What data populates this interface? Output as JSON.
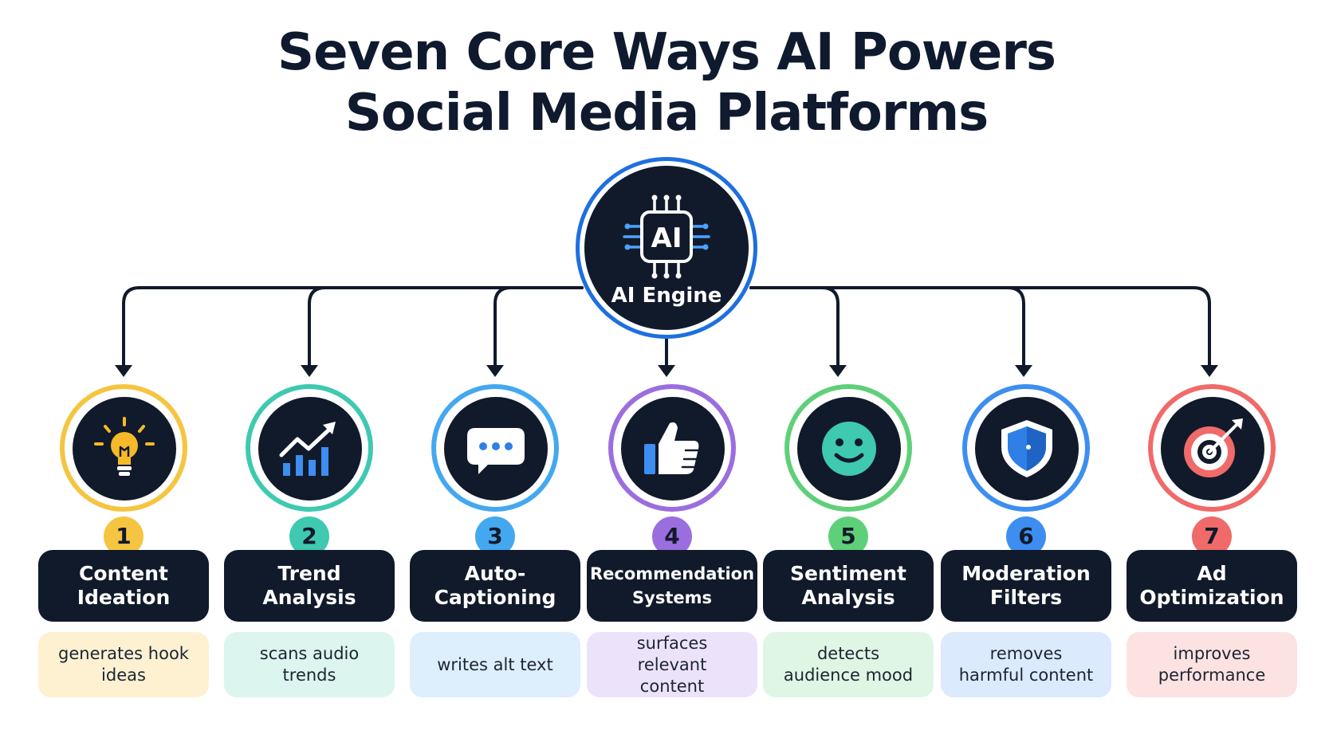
{
  "title": {
    "line1": "Seven Core Ways AI Powers",
    "line2": "Social Media Platforms"
  },
  "hub": {
    "chip_text": "AI",
    "label": "AI Engine",
    "icon": "ai-chip-icon",
    "color": "#1e6fe0"
  },
  "items": [
    {
      "number": "1",
      "title": "Content Ideation",
      "description": "generates hook ideas",
      "icon": "lightbulb-icon",
      "accent": "#f5c542",
      "tint": "#fdf1d2"
    },
    {
      "number": "2",
      "title": "Trend Analysis",
      "description": "scans audio trends",
      "icon": "trend-chart-icon",
      "accent": "#3ec9b0",
      "tint": "#dcf5ef"
    },
    {
      "number": "3",
      "title": "Auto-Captioning",
      "description": "writes alt text",
      "icon": "chat-bubble-icon",
      "accent": "#44a8f0",
      "tint": "#ddeefc"
    },
    {
      "number": "4",
      "title": "Recommendation Systems",
      "description": "surfaces relevant content",
      "icon": "thumbs-up-icon",
      "accent": "#9b6ee0",
      "tint": "#ece3fb"
    },
    {
      "number": "5",
      "title": "Sentiment Analysis",
      "description": "detects audience mood",
      "icon": "smiley-icon",
      "accent": "#5fd07a",
      "tint": "#e0f6e4"
    },
    {
      "number": "6",
      "title": "Moderation Filters",
      "description": "removes harmful content",
      "icon": "shield-icon",
      "accent": "#3d8ef0",
      "tint": "#dbeafd"
    },
    {
      "number": "7",
      "title": "Ad Optimization",
      "description": "improves performance",
      "icon": "target-icon",
      "accent": "#f06a6a",
      "tint": "#fde2e2"
    }
  ]
}
